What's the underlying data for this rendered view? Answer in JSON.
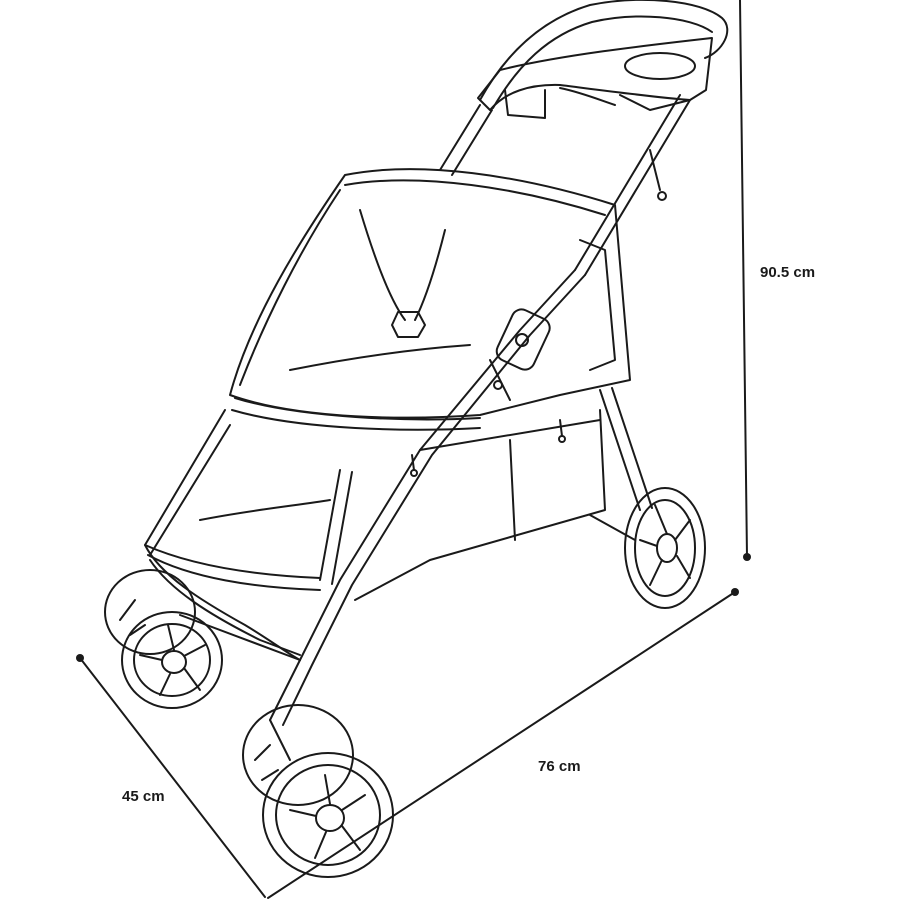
{
  "dimensions": {
    "height": "90.5 cm",
    "length": "76 cm",
    "width": "45 cm"
  },
  "colors": {
    "line": "#1a1a1a",
    "background": "#ffffff"
  }
}
